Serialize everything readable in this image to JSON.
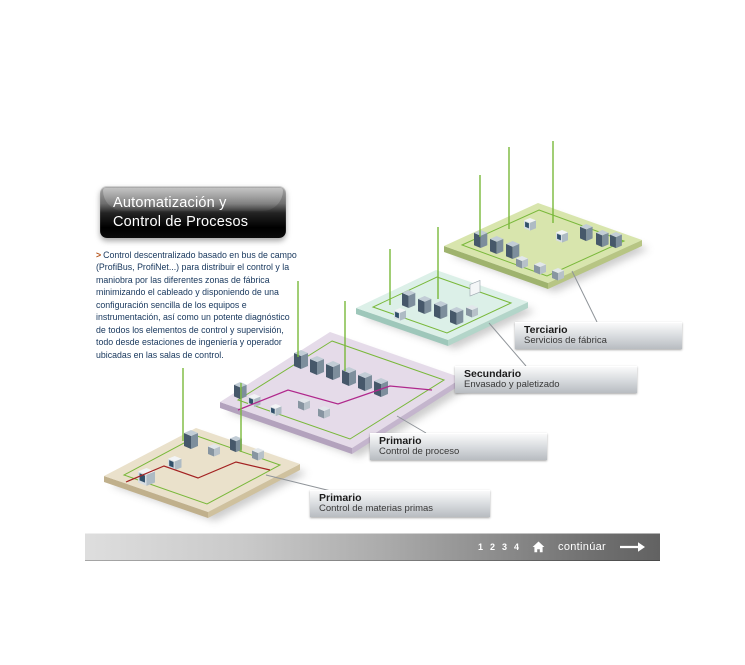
{
  "title_box": {
    "line1": "Automatización y",
    "line2": "Control de Procesos"
  },
  "intro": {
    "marker": ">",
    "text": "Control descentralizado basado en bus de campo (ProfiBus, ProfiNet...) para distribuir el control y la maniobra por las diferentes zonas de fábrica minimizando el cableado y disponiendo de una configuración sencilla de los equipos e instrumentación, así como un potente diagnóstico de todos los elementos de control y supervisión, todo desde estaciones de ingeniería y operador ubicadas en las salas de control."
  },
  "levels": [
    {
      "title": "Terciario",
      "subtitle": "Servicios de fábrica",
      "platform_color": "#d8e5ad"
    },
    {
      "title": "Secundario",
      "subtitle": "Envasado y paletizado",
      "platform_color": "#dcf0e8"
    },
    {
      "title": "Primario",
      "subtitle": "Control de proceso",
      "platform_color": "#e5dbe9"
    },
    {
      "title": "Primario",
      "subtitle": "Control de materias primas",
      "platform_color": "#eae1cb"
    }
  ],
  "nav": {
    "pages": [
      "1",
      "2",
      "3",
      "4"
    ],
    "continue_label": "continúar"
  },
  "colors": {
    "bus_line_green": "#79b83a",
    "process_line_magenta": "#b0288c",
    "raw_line_red": "#a32222",
    "navbar_text": "#ffffff"
  }
}
